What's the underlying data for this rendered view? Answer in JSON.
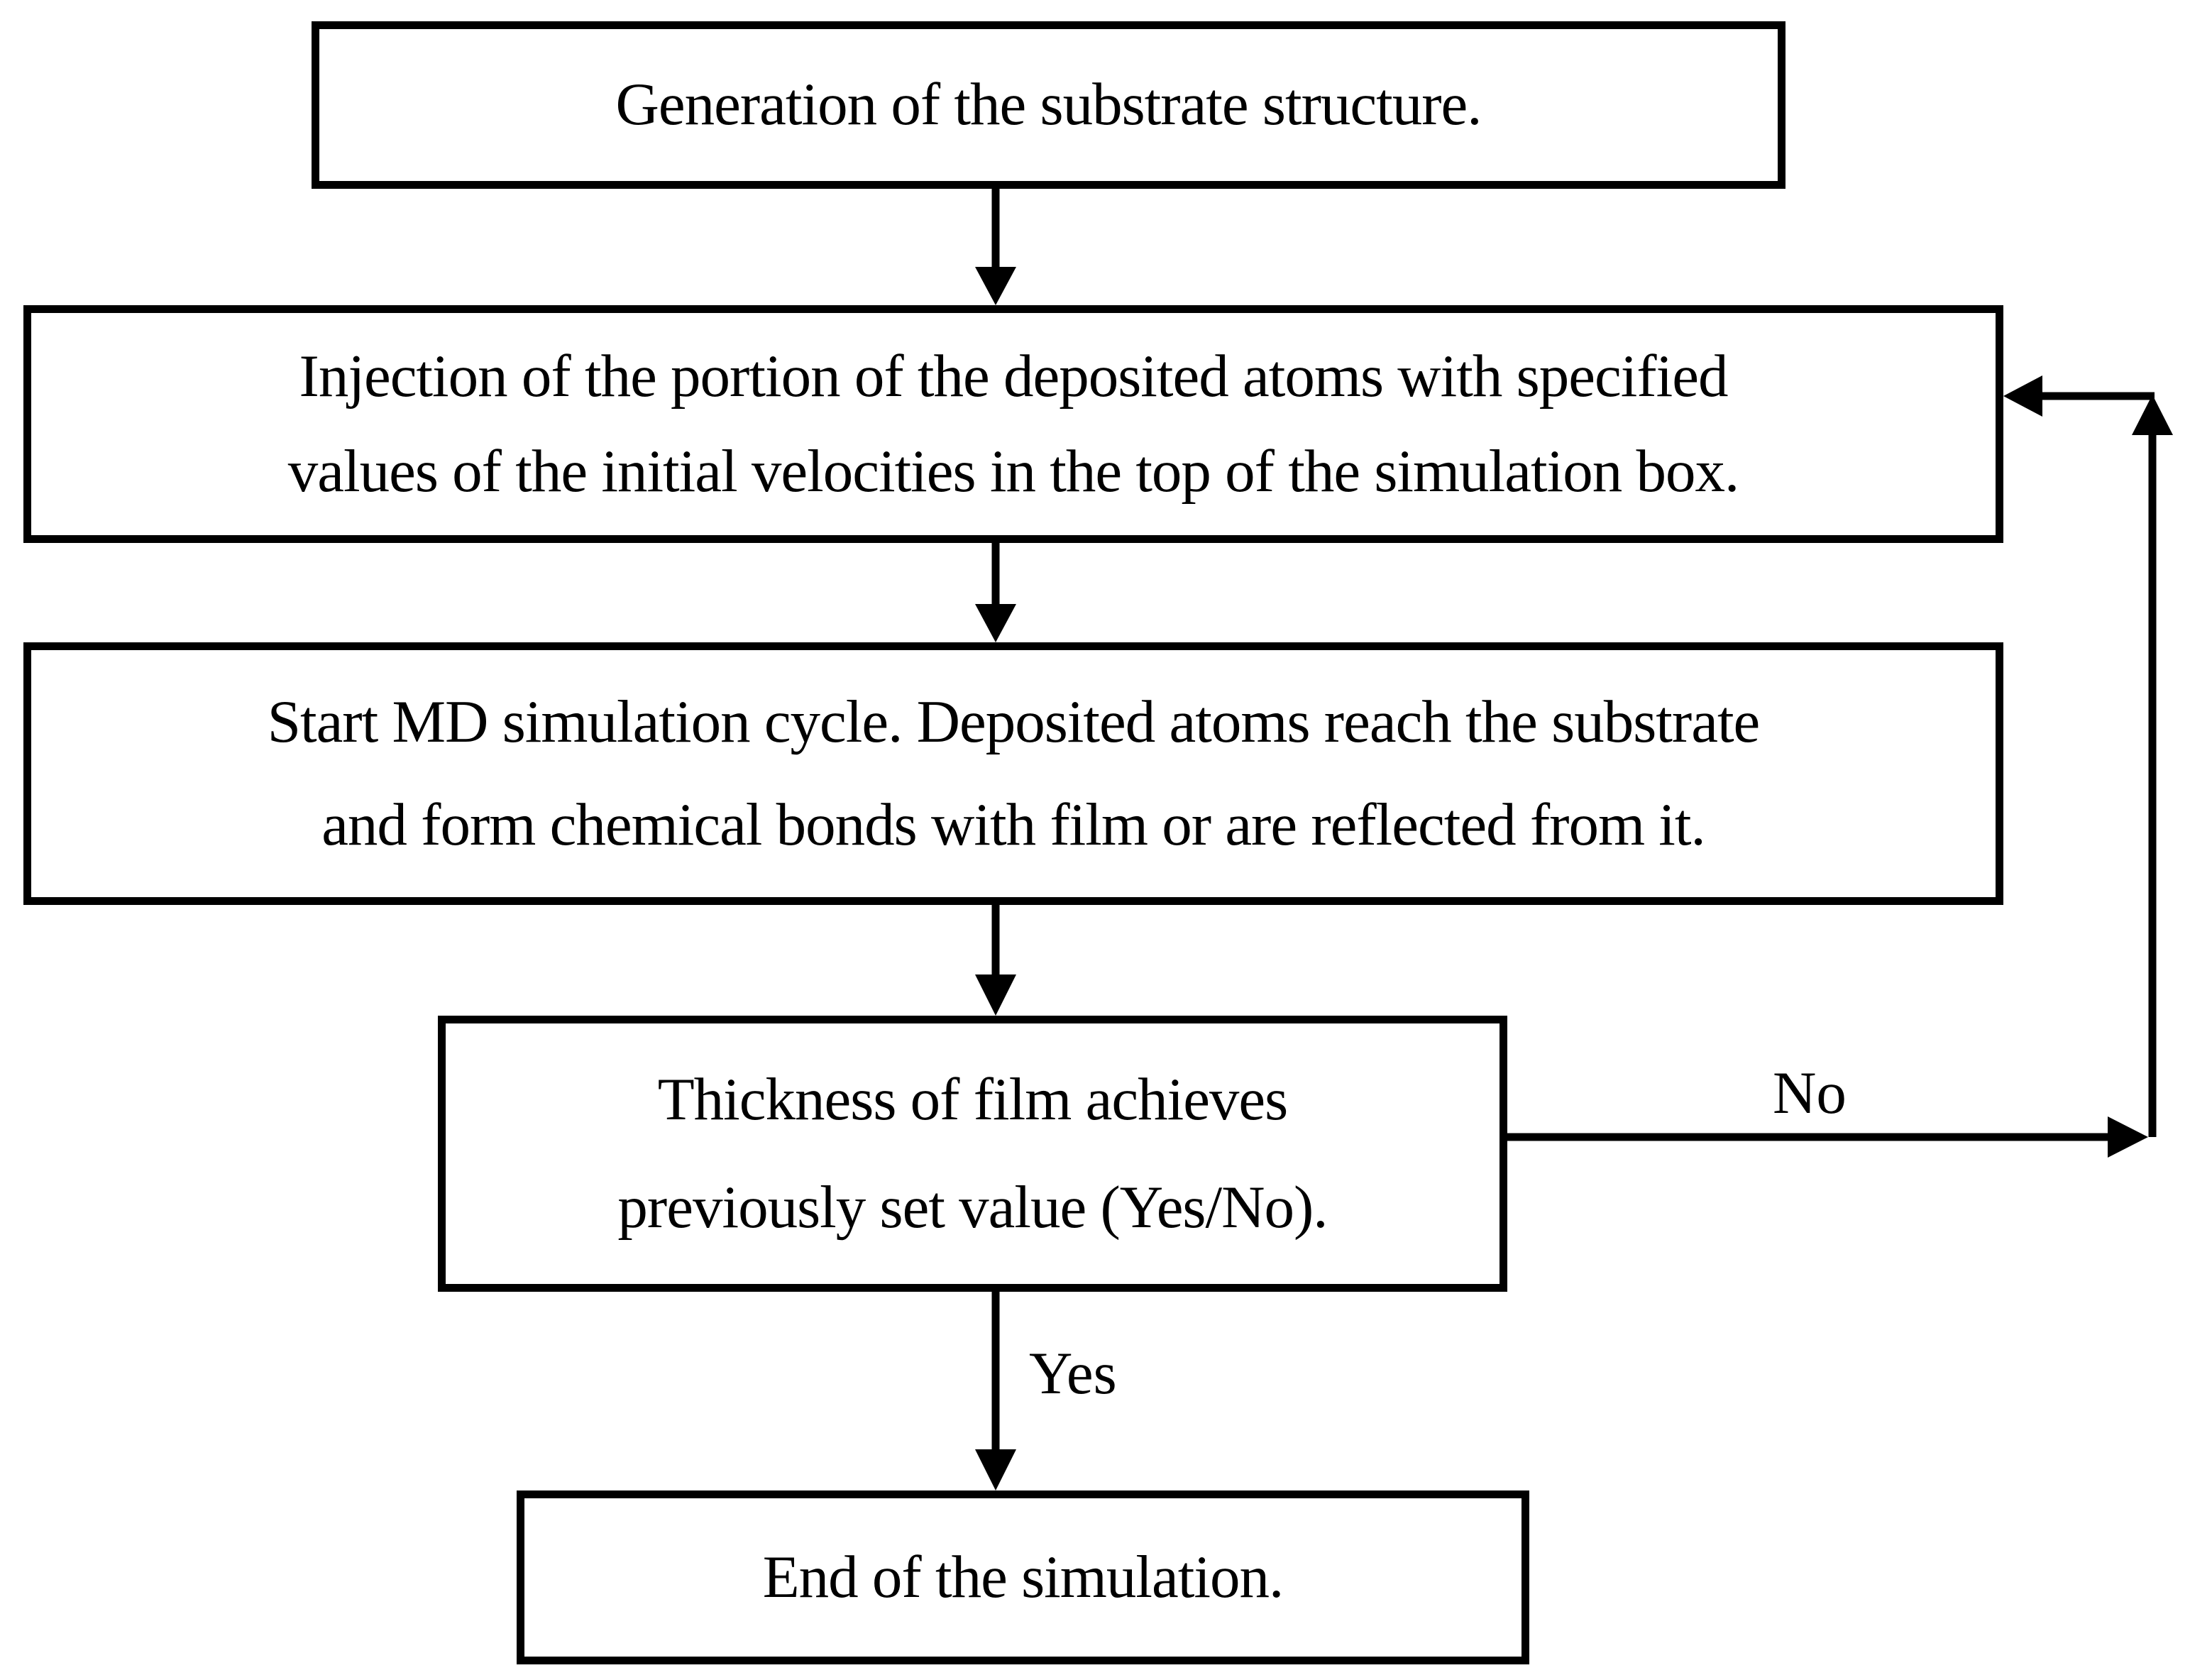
{
  "diagram": {
    "type": "flowchart",
    "colors": {
      "stroke": "#000000",
      "background": "#ffffff",
      "text": "#000000"
    },
    "boxes": {
      "box1": {
        "lines": [
          "Generation of the substrate structure."
        ]
      },
      "box2": {
        "lines": [
          "Injection of the portion of the deposited atoms with specified",
          "values of the initial velocities in the top of the simulation box."
        ]
      },
      "box3": {
        "lines": [
          "Start MD simulation cycle. Deposited atoms reach the substrate",
          "and form chemical bonds with film or are reflected from it."
        ]
      },
      "box4": {
        "lines": [
          "Thickness of film achieves",
          "previously set value (Yes/No)."
        ]
      },
      "box5": {
        "lines": [
          "End of the simulation."
        ]
      }
    },
    "labels": {
      "no": "No",
      "yes": "Yes"
    },
    "edges": [
      {
        "from": "box1",
        "to": "box2",
        "label": ""
      },
      {
        "from": "box2",
        "to": "box3",
        "label": ""
      },
      {
        "from": "box3",
        "to": "box4",
        "label": ""
      },
      {
        "from": "box4",
        "to": "box5",
        "label": "Yes"
      },
      {
        "from": "box4",
        "to": "box2",
        "label": "No"
      }
    ]
  }
}
